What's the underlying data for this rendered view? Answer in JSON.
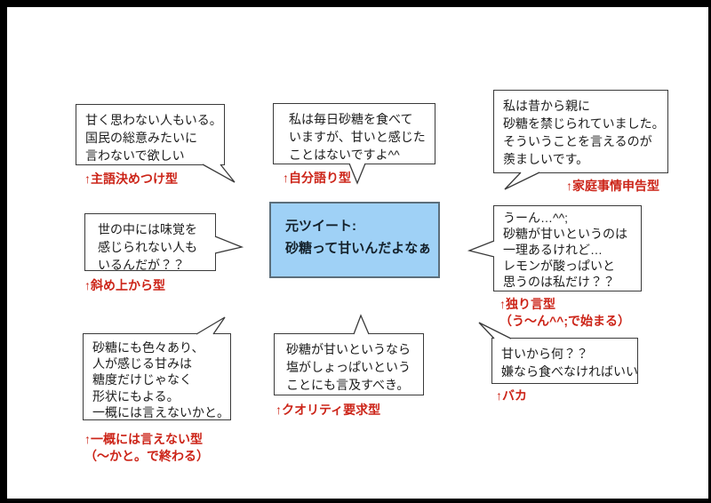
{
  "colors": {
    "frame": "#000000",
    "bubble_border": "#3a3a3a",
    "bubble_text": "#1c1c1c",
    "label_red": "#cc2418",
    "center_fill": "#9fd1f6",
    "center_border": "#5c6e7a"
  },
  "center_tweet": {
    "lines": [
      "元ツイート:",
      "砂糖って甘いんだよなぁ"
    ]
  },
  "replies": [
    {
      "type": "主語決めつけ型",
      "lines": [
        "甘く思わない人もいる。",
        "国民の総意みたいに",
        "言わないで欲しい"
      ],
      "label_lines": [
        "↑主語決めつけ型"
      ]
    },
    {
      "type": "自分語り型",
      "lines": [
        "私は毎日砂糖を食べて",
        "いますが、甘いと感じた",
        "ことはないですよ^^"
      ],
      "label_lines": [
        "↑自分語り型"
      ]
    },
    {
      "type": "家庭事情申告型",
      "lines": [
        "私は昔から親に",
        "砂糖を禁じられていました。",
        "そういうことを言えるのが",
        "羨ましいです。"
      ],
      "label_lines": [
        "↑家庭事情申告型"
      ]
    },
    {
      "type": "斜め上から型",
      "lines": [
        "世の中には味覚を",
        "感じられない人も",
        "いるんだが？？"
      ],
      "label_lines": [
        "↑斜め上から型"
      ]
    },
    {
      "type": "独り言型",
      "lines": [
        "うーん…^^;",
        "砂糖が甘いというのは",
        "一理あるけれど…",
        "レモンが酸っぱいと",
        "思うのは私だけ？？"
      ],
      "label_lines": [
        "↑独り言型",
        "（う〜ん^^;で始まる）"
      ]
    },
    {
      "type": "一概には言えない型",
      "lines": [
        "砂糖にも色々あり、",
        "人が感じる甘みは",
        "糖度だけじゃなく",
        "形状にもよる。",
        "一概には言えないかと。"
      ],
      "label_lines": [
        "↑一概には言えない型",
        "（〜かと。で終わる）"
      ]
    },
    {
      "type": "クオリティ要求型",
      "lines": [
        "砂糖が甘いというなら",
        "塩がしょっぱいという",
        "ことにも言及すべき。"
      ],
      "label_lines": [
        "↑クオリティ要求型"
      ]
    },
    {
      "type": "バカ",
      "lines": [
        "甘いから何？？",
        "嫌なら食べなければいい"
      ],
      "label_lines": [
        "↑バカ"
      ]
    }
  ]
}
